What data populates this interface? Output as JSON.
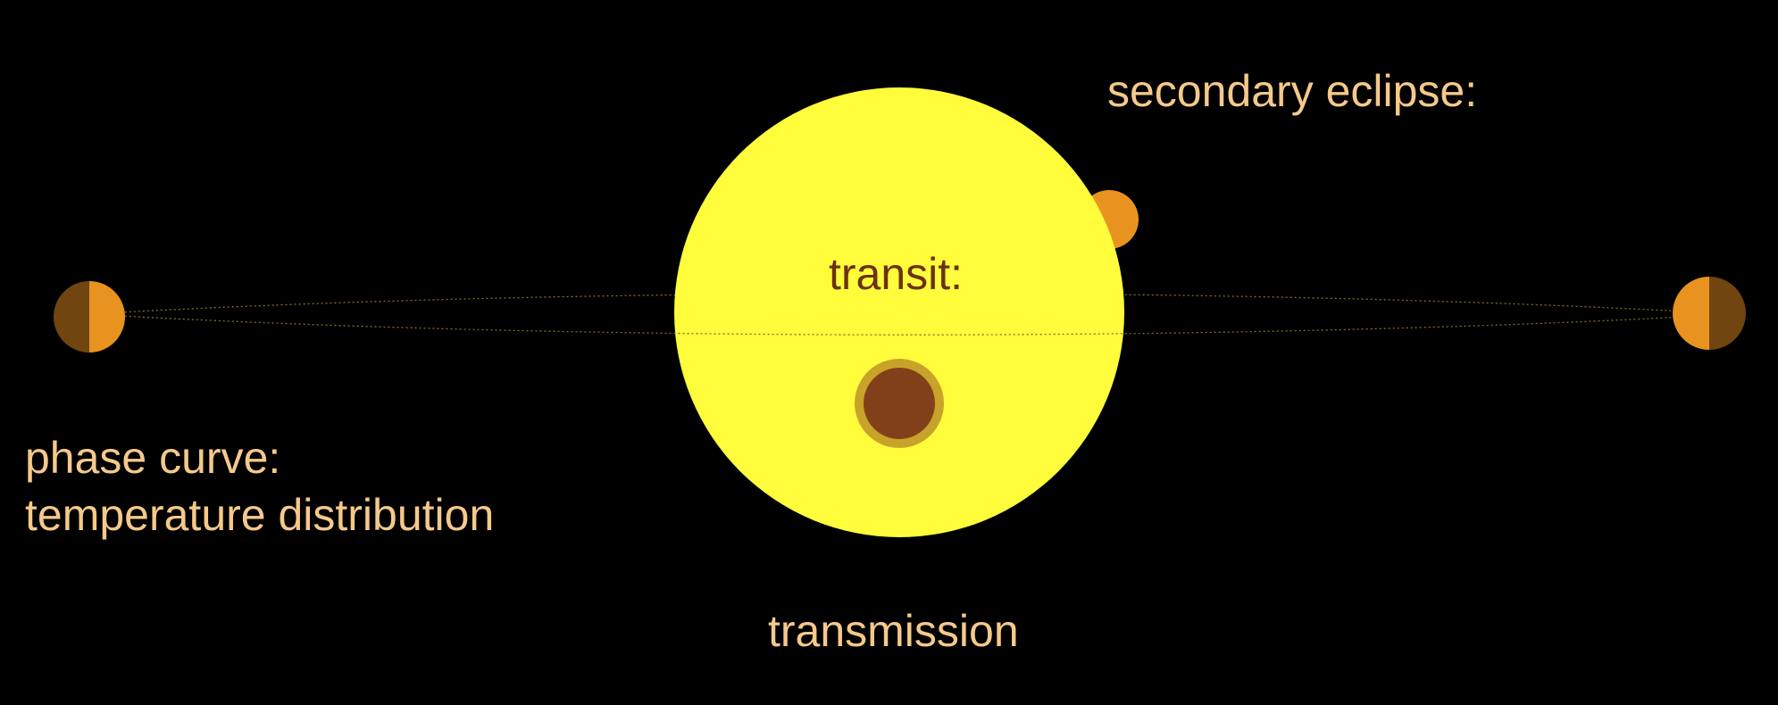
{
  "labels": {
    "secondary_eclipse": "secondary eclipse:",
    "transit": "transit:",
    "phase_curve_line1": "phase curve:",
    "phase_curve_line2": "temperature distribution",
    "transmission": "transmission"
  },
  "colors": {
    "background": "#000000",
    "star": "#fefc3b",
    "planet_day": "#e8931f",
    "planet_night": "#704510",
    "planet_transit_core": "#82401a",
    "planet_transit_ring": "#c9a22a",
    "orbit": "#8a6a2a",
    "label_light": "#f5c98a",
    "label_dark": "#6b3210"
  }
}
